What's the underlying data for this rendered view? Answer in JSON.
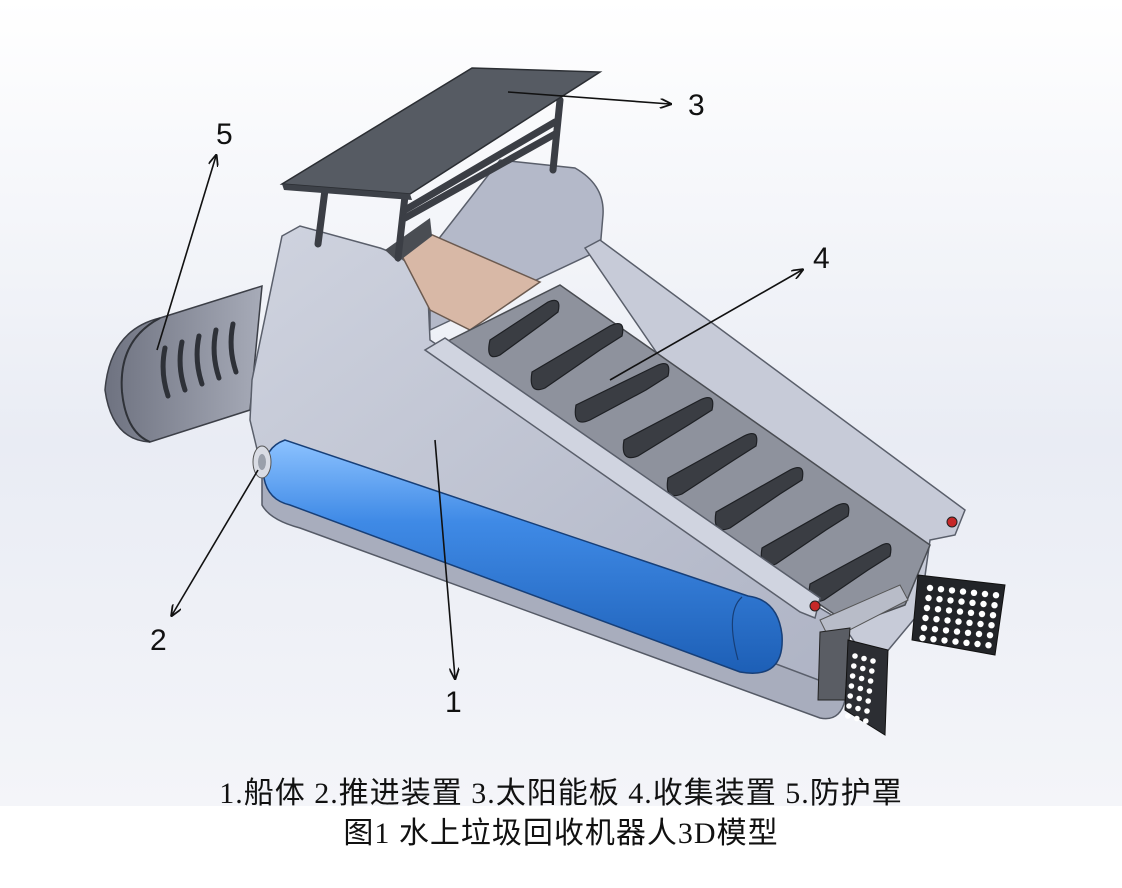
{
  "figure": {
    "callouts": [
      {
        "id": "hull",
        "label": "1"
      },
      {
        "id": "propulsion",
        "label": "2"
      },
      {
        "id": "solar-panel",
        "label": "3"
      },
      {
        "id": "collector",
        "label": "4"
      },
      {
        "id": "guard",
        "label": "5"
      }
    ],
    "colors": {
      "hull": "#c3c8d6",
      "float": "#3d86df",
      "panel": "#565b63",
      "belt": "#4a4d53",
      "box": "#d8b8a6"
    }
  },
  "caption": {
    "legend": "1.船体 2.推进装置 3.太阳能板 4.收集装置 5.防护罩",
    "title": "图1 水上垃圾回收机器人3D模型"
  }
}
